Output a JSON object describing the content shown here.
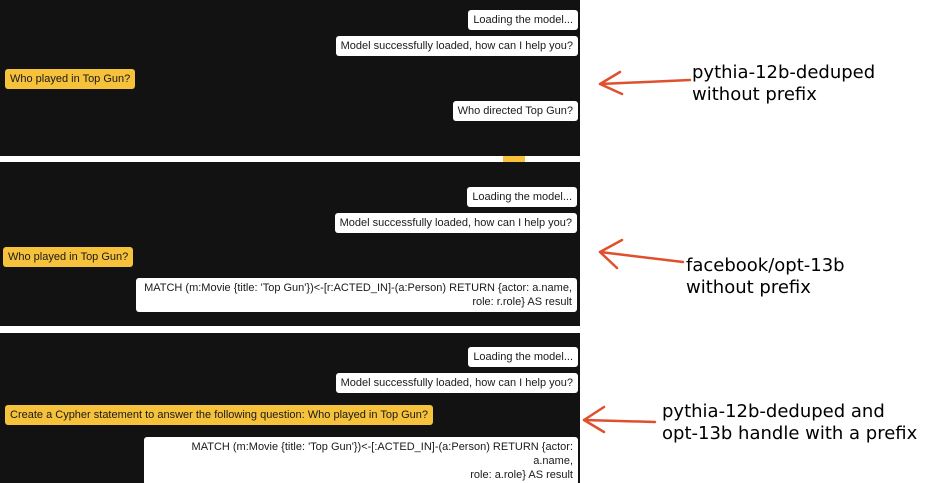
{
  "panels": [
    {
      "loading": "Loading the model...",
      "loaded": "Model successfully loaded, how can I help you?",
      "user_question": "Who played in Top Gun?",
      "model_response": "Who directed Top Gun?"
    },
    {
      "loading": "Loading the model...",
      "loaded": "Model successfully loaded, how can I help you?",
      "user_question": "Who played in Top Gun?",
      "model_response_line1": "MATCH (m:Movie {title: 'Top Gun'})<-[r:ACTED_IN]-(a:Person) RETURN {actor: a.name,",
      "model_response_line2": "role: r.role} AS result"
    },
    {
      "loading": "Loading the model...",
      "loaded": "Model successfully loaded, how can I help you?",
      "user_question": "Create a Cypher statement to answer the following question: Who played in Top Gun?",
      "model_response_line1": "MATCH (m:Movie {title: 'Top Gun'})<-[:ACTED_IN]-(a:Person) RETURN {actor: a.name,",
      "model_response_line2": "role: a.role} AS result"
    }
  ],
  "annotations": [
    {
      "line1": "pythia-12b-deduped",
      "line2": "without prefix"
    },
    {
      "line1": "facebook/opt-13b",
      "line2": "without prefix"
    },
    {
      "line1": "pythia-12b-deduped and",
      "line2": "opt-13b handle with a prefix"
    }
  ],
  "colors": {
    "panel_bg": "#121212",
    "user_bubble": "#f6c13b",
    "bot_bubble": "#ffffff",
    "arrow": "#e0502d"
  }
}
